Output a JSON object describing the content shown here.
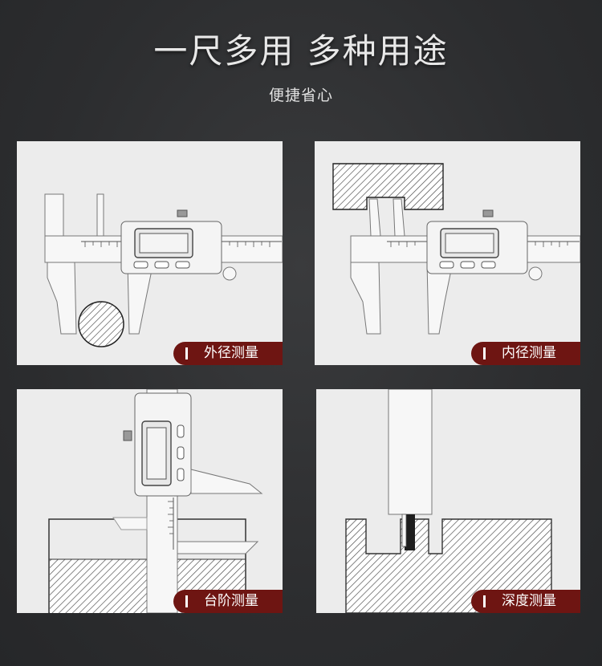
{
  "header": {
    "title": "一尺多用 多种用途",
    "subtitle": "便捷省心"
  },
  "panels": [
    {
      "label": "外径测量"
    },
    {
      "label": "内径测量"
    },
    {
      "label": "台阶测量"
    },
    {
      "label": "深度测量"
    }
  ],
  "colors": {
    "background": "#2e2f31",
    "panel": "#ececec",
    "badge": "#6e1512",
    "text": "#ffffff"
  }
}
